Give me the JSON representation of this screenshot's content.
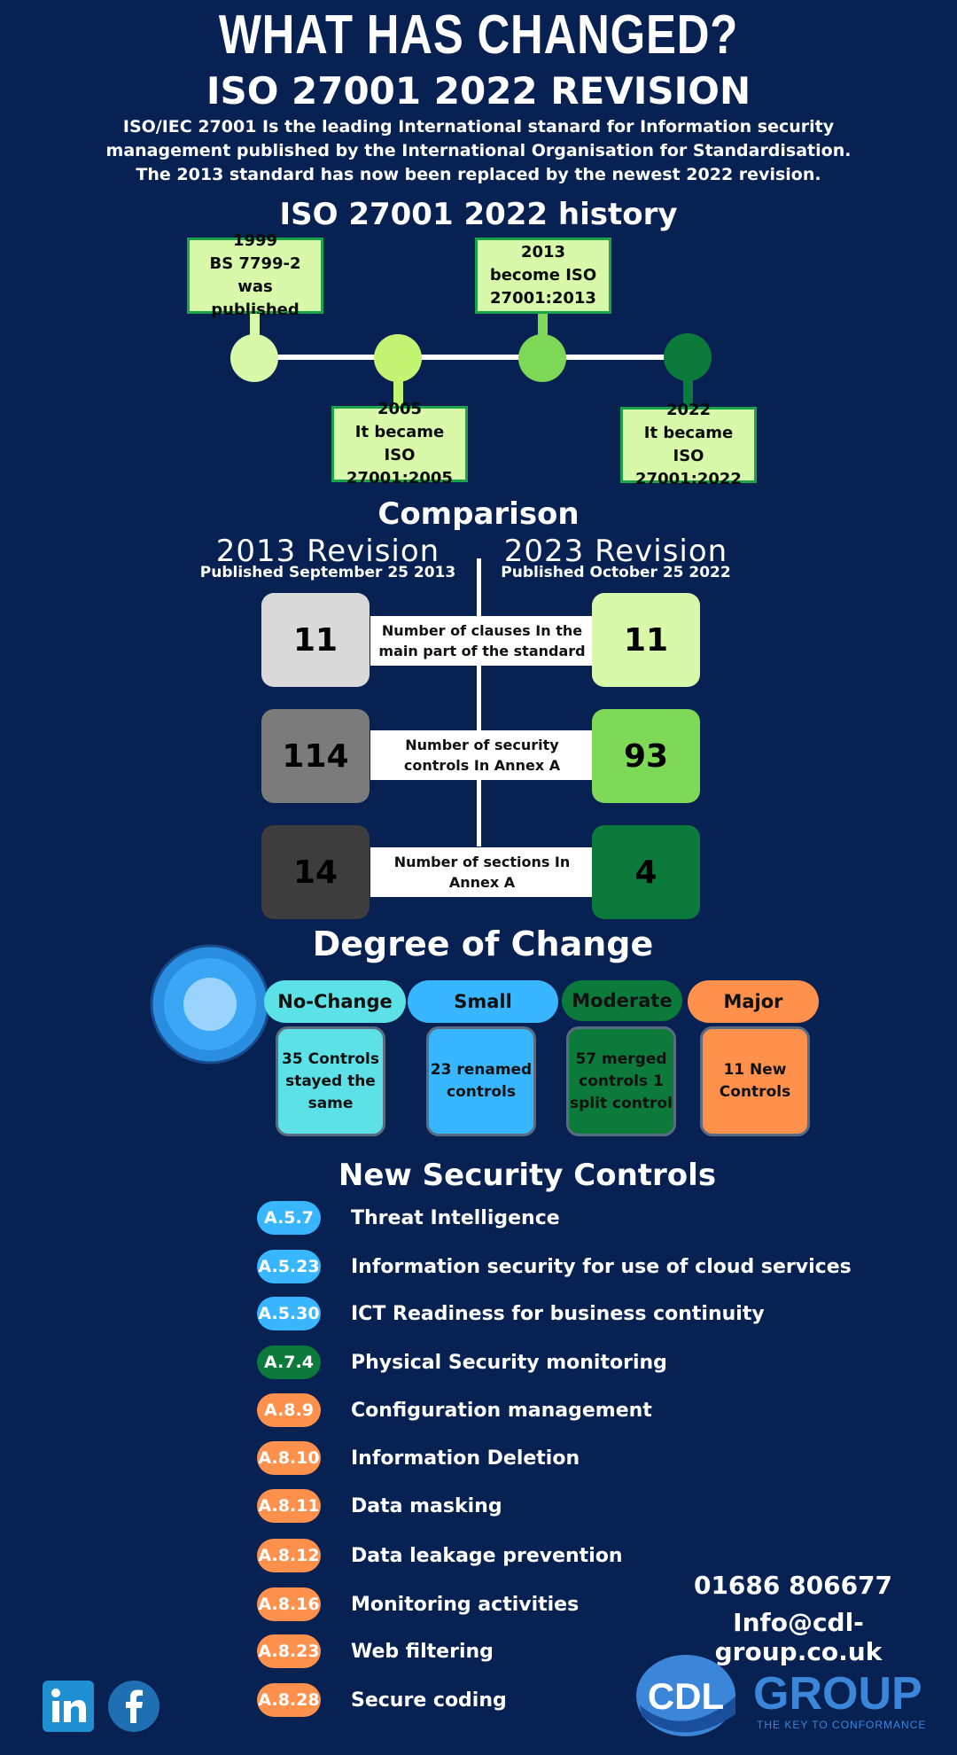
{
  "header": {
    "headline": "WHAT HAS CHANGED?",
    "subtitle": "ISO 27001 2022 REVISION",
    "intro": "ISO/IEC 27001 Is the leading International stanard for Information security management published by the International Organisation for Standardisation. The 2013 standard has now been replaced by the newest 2022 revision."
  },
  "history": {
    "title": "ISO 27001 2022 history",
    "milestones": [
      {
        "lines": [
          "1999",
          "BS 7799-2 was",
          "published"
        ],
        "color": "#d7f9a9"
      },
      {
        "lines": [
          "2005",
          "It became",
          "ISO 27001:2005"
        ],
        "color": "#c3f572"
      },
      {
        "lines": [
          "2013",
          "become ISO",
          "27001:2013"
        ],
        "color": "#7ed957"
      },
      {
        "lines": [
          "2022",
          "It became",
          "ISO 27001:2022"
        ],
        "color": "#0b7a3b"
      }
    ]
  },
  "comparison": {
    "title": "Comparison",
    "left": {
      "title": "2013 Revision",
      "subtitle": "Published September 25 2013"
    },
    "right": {
      "title": "2023 Revision",
      "subtitle": "Published October 25 2022"
    },
    "rows": [
      {
        "label": "Number of clauses In the main part of the standard",
        "old": "11",
        "new": "11",
        "old_color": "#d9d9d9",
        "new_color": "#d7f9a9"
      },
      {
        "label": "Number of security controls In Annex A",
        "old": "114",
        "new": "93",
        "old_color": "#7b7b7b",
        "new_color": "#7ed957"
      },
      {
        "label": "Number of sections In Annex A",
        "old": "14",
        "new": "4",
        "old_color": "#3d3d3d",
        "new_color": "#0b7a3b"
      }
    ]
  },
  "degree": {
    "title": "Degree of Change",
    "categories": [
      {
        "label": "No-Change",
        "detail": "35 Controls stayed the same",
        "color": "#5ce1e6"
      },
      {
        "label": "Small",
        "detail": "23 renamed controls",
        "color": "#38b6ff"
      },
      {
        "label": "Moderate",
        "detail": "57 merged controls 1 split control",
        "color": "#0b7a3b"
      },
      {
        "label": "Major",
        "detail": "11 New Controls",
        "color": "#ff914d"
      }
    ]
  },
  "new_controls": {
    "title": "New Security Controls",
    "items": [
      {
        "code": "A.5.7",
        "name": "Threat Intelligence",
        "color": "#38b6ff"
      },
      {
        "code": "A.5.23",
        "name": "Information security for use of cloud services",
        "color": "#38b6ff"
      },
      {
        "code": "A.5.30",
        "name": "ICT Readiness for business continuity",
        "color": "#38b6ff"
      },
      {
        "code": "A.7.4",
        "name": "Physical Security monitoring",
        "color": "#0b7a3b"
      },
      {
        "code": "A.8.9",
        "name": "Configuration management",
        "color": "#ff914d"
      },
      {
        "code": "A.8.10",
        "name": "Information Deletion",
        "color": "#ff914d"
      },
      {
        "code": "A.8.11",
        "name": "Data masking",
        "color": "#ff914d"
      },
      {
        "code": "A.8.12",
        "name": "Data leakage prevention",
        "color": "#ff914d"
      },
      {
        "code": "A.8.16",
        "name": "Monitoring activities",
        "color": "#ff914d"
      },
      {
        "code": "A.8.23",
        "name": "Web filtering",
        "color": "#ff914d"
      },
      {
        "code": "A.8.28",
        "name": "Secure coding",
        "color": "#ff914d"
      }
    ]
  },
  "contact": {
    "phone": "01686 806677",
    "email": "Info@cdl-group.co.uk"
  },
  "logo": {
    "brand": "CDL",
    "word": "GROUP",
    "tagline": "THE KEY TO CONFORMANCE"
  },
  "social": [
    "linkedin-icon",
    "facebook-icon"
  ]
}
